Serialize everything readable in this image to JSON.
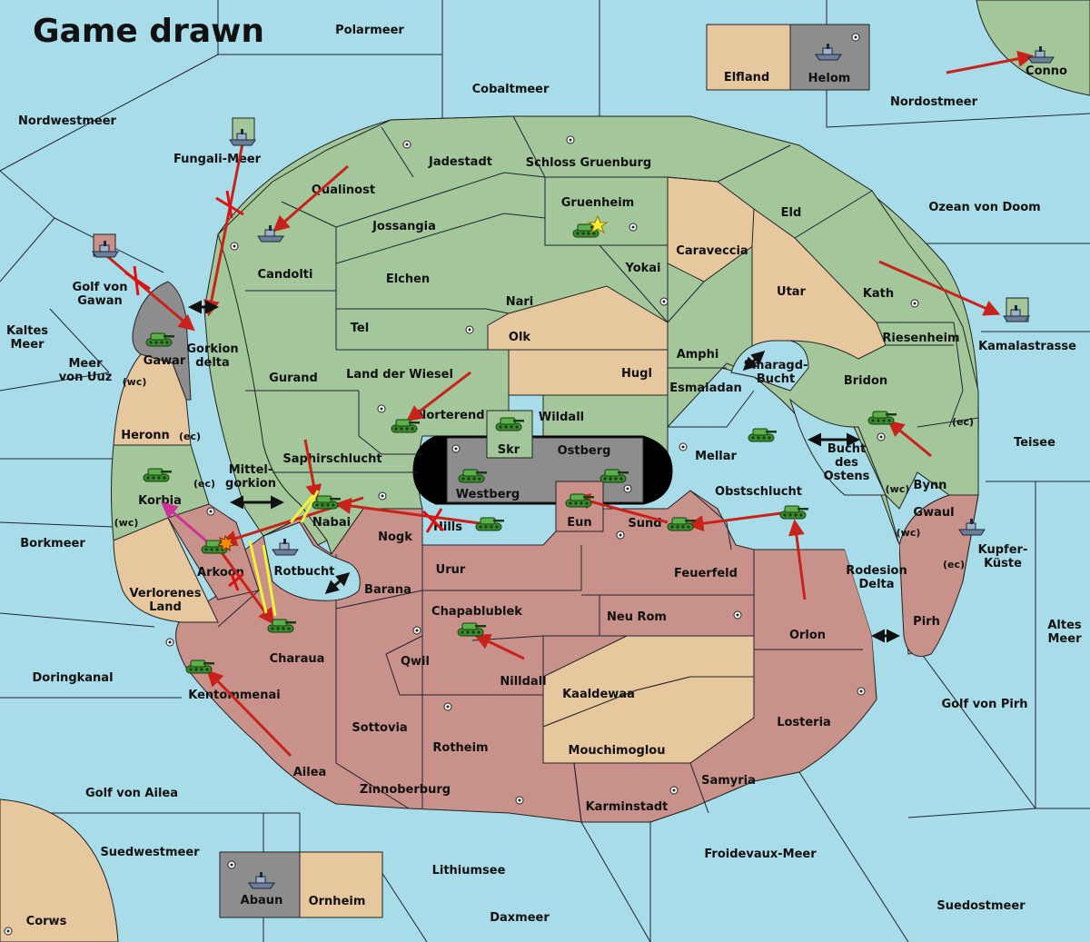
{
  "title": "Game drawn",
  "colors": {
    "sea": "#a8dce8",
    "green_power": "#a3c69a",
    "red_power": "#c8918a",
    "neutral": "#e6c79e",
    "grey_power": "#8d8d8d",
    "order_arrow": "#c8221a",
    "support_yellow": "#f3f23a",
    "support_magenta": "#cc3399"
  },
  "seas": {
    "polarmeer": "Polarmeer",
    "cobaltmeer": "Cobaltmeer",
    "nordwestmeer": "Nordwestmeer",
    "nordostmeer": "Nordostmeer",
    "fungali_meer": "Fungali-Meer",
    "golf_von_gawan": "Golf von\nGawan",
    "kaltes_meer": "Kaltes\nMeer",
    "meer_von_uuz": "Meer\nvon Uuz",
    "ozean_von_doom": "Ozean von Doom",
    "kamalastrasse": "Kamalastrasse",
    "teisee": "Teisee",
    "smaragd_bucht": "Smaragd-\nBucht",
    "bucht_des_ostens": "Bucht\ndes\nOstens",
    "mittel_gorkion": "Mittel-\ngorkion",
    "rotbucht": "Rotbucht",
    "borkmeer": "Borkmeer",
    "doringkanal": "Doringkanal",
    "golf_von_ailea": "Golf von Ailea",
    "suedwestmeer": "Suedwestmeer",
    "corws": "Corws",
    "lithiumsee": "Lithiumsee",
    "daxmeer": "Daxmeer",
    "froidevaux_meer": "Froidevaux-Meer",
    "suedostmeer": "Suedostmeer",
    "golf_von_pirh": "Golf von Pirh",
    "altes_meer": "Altes\nMeer",
    "kupfer_kueste": "Kupfer-\nKüste",
    "rodesion_delta": "Rodesion\nDelta",
    "gorkion_delta": "Gorkion\ndelta"
  },
  "islands": {
    "elfland": "Elfland",
    "helom": "Helom",
    "conno": "Conno",
    "abaun": "Abaun",
    "ornheim": "Ornheim"
  },
  "provinces": {
    "jadestadt": "Jadestadt",
    "schloss_gruenburg": "Schloss Gruenburg",
    "qualinost": "Qualinost",
    "jossangia": "Jossangia",
    "gruenheim": "Gruenheim",
    "eld": "Eld",
    "candolti": "Candolti",
    "elchen": "Elchen",
    "caraveccia": "Caraveccia",
    "yokai": "Yokai",
    "nari": "Nari",
    "utar": "Utar",
    "kath": "Kath",
    "tel": "Tel",
    "olk": "Olk",
    "riesenheim": "Riesenheim",
    "gurand": "Gurand",
    "land_der_wiesel": "Land der Wiesel",
    "hugl": "Hugl",
    "amphi": "Amphi",
    "esmaladan": "Esmaladan",
    "bridon": "Bridon",
    "norterend": "Norterend",
    "wildall": "Wildall",
    "skr": "Skr",
    "ostberg": "Ostberg",
    "mellar": "Mellar",
    "saphirschlucht": "Saphirschlucht",
    "westberg": "Westberg",
    "obstschlucht": "Obstschlucht",
    "bynn": "Bynn",
    "gwaul": "Gwaul",
    "nabai": "Nabai",
    "hills": "Hills",
    "eun": "Eun",
    "sund": "Sund",
    "nogk": "Nogk",
    "urur": "Urur",
    "feuerfeld": "Feuerfeld",
    "barana": "Barana",
    "chapablublek": "Chapablublek",
    "neu_rom": "Neu Rom",
    "orlon": "Orlon",
    "pirh": "Pirh",
    "qwil": "Qwil",
    "nilldall": "Nilldall",
    "kaaldewaa": "Kaaldewaa",
    "losteria": "Losteria",
    "sottovia": "Sottovia",
    "rotheim": "Rotheim",
    "mouchimoglou": "Mouchimoglou",
    "samyria": "Samyria",
    "ailea": "Ailea",
    "zinnoberburg": "Zinnoberburg",
    "karminstadt": "Karminstadt",
    "gawar": "Gawar",
    "heronn": "Heronn",
    "korbia": "Korbia",
    "arkoon": "Arkoon",
    "verlorenes_land": "Verlorenes\nLand",
    "charaua": "Charaua",
    "kentommenai": "Kentommenai"
  },
  "coast_tags": {
    "wc": "(wc)",
    "ec": "(ec)"
  },
  "units": {
    "army_icon": "tank-icon",
    "fleet_icon": "ship-icon",
    "supply_center_icon": "supply-center-dot-icon",
    "home_marker_icon": "star-icon",
    "failed_order_icon": "x-cross-icon",
    "battle_icon": "explosion-icon"
  }
}
